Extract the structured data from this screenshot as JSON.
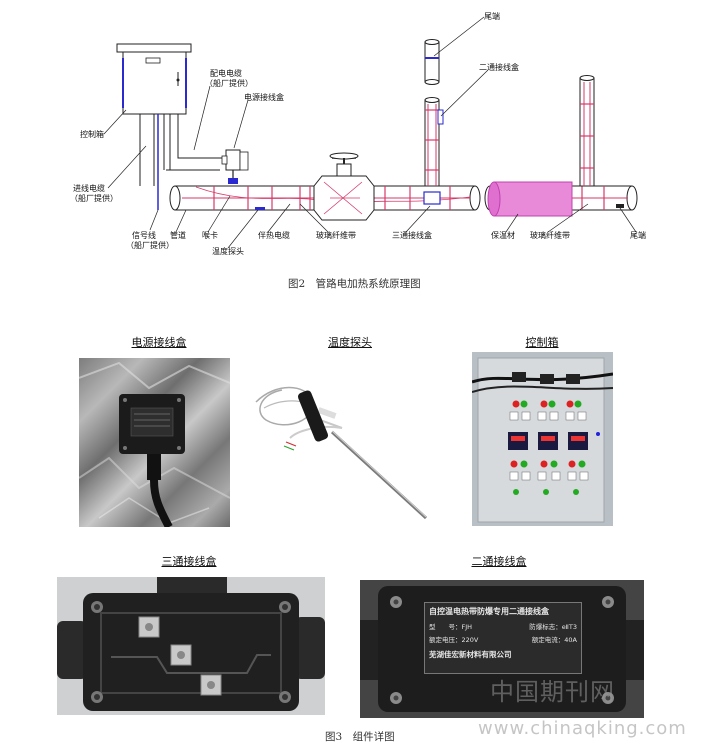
{
  "figure2": {
    "caption": "图2　管路电加热系统原理图",
    "labels": {
      "control_box": "控制箱",
      "power_cable": "配电电缆",
      "power_cable_note": "（船厂提供）",
      "power_junction_box": "电源接线盒",
      "incoming_cable": "进线电缆",
      "incoming_cable_note": "（船厂提供）",
      "signal_line": "信号线",
      "signal_line_note": "（船厂提供）",
      "pipe": "管道",
      "clamp": "喉卡",
      "temp_probe": "温度探头",
      "heating_cable": "伴热电缆",
      "glass_tape_1": "玻璃纤维带",
      "tee_box": "三通接线盒",
      "insulation": "保温材",
      "glass_tape_2": "玻璃纤维带",
      "end_top": "尾端",
      "two_way_box": "二通接线盒",
      "end_right": "尾端"
    }
  },
  "figure3": {
    "caption": "图3　组件详图",
    "photo_titles": {
      "power_box": "电源接线盒",
      "temp_probe": "温度探头",
      "control_box": "控制箱",
      "tee_box": "三通接线盒",
      "two_way_box": "二通接线盒"
    },
    "nameplate": {
      "title": "自控温电热带防爆专用二通接线盒",
      "model_label": "型　　号：FJH",
      "ex_label": "防爆标志：eⅡT3",
      "voltage_label": "额定电压：220V",
      "current_label": "额定电流：40A",
      "maker": "芜湖佳宏新材料有限公司"
    }
  },
  "watermark": {
    "cn": "中国期刊网",
    "url": "www.chinaqking.com"
  }
}
